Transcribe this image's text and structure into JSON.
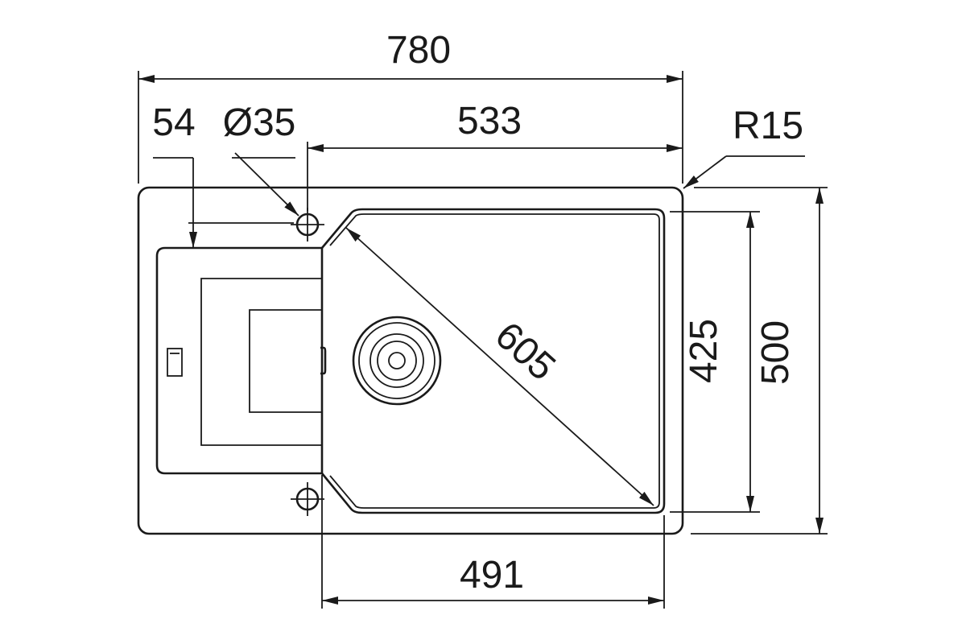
{
  "dimensions": {
    "overall_width": "780",
    "hole_offset": "54",
    "hole_diameter": "Ø35",
    "bowl_offset_width": "533",
    "corner_radius": "R15",
    "bowl_diagonal": "605",
    "bowl_depth": "425",
    "overall_depth": "500",
    "bowl_width": "491"
  },
  "colors": {
    "line": "#1a1a1a",
    "background": "#ffffff"
  }
}
